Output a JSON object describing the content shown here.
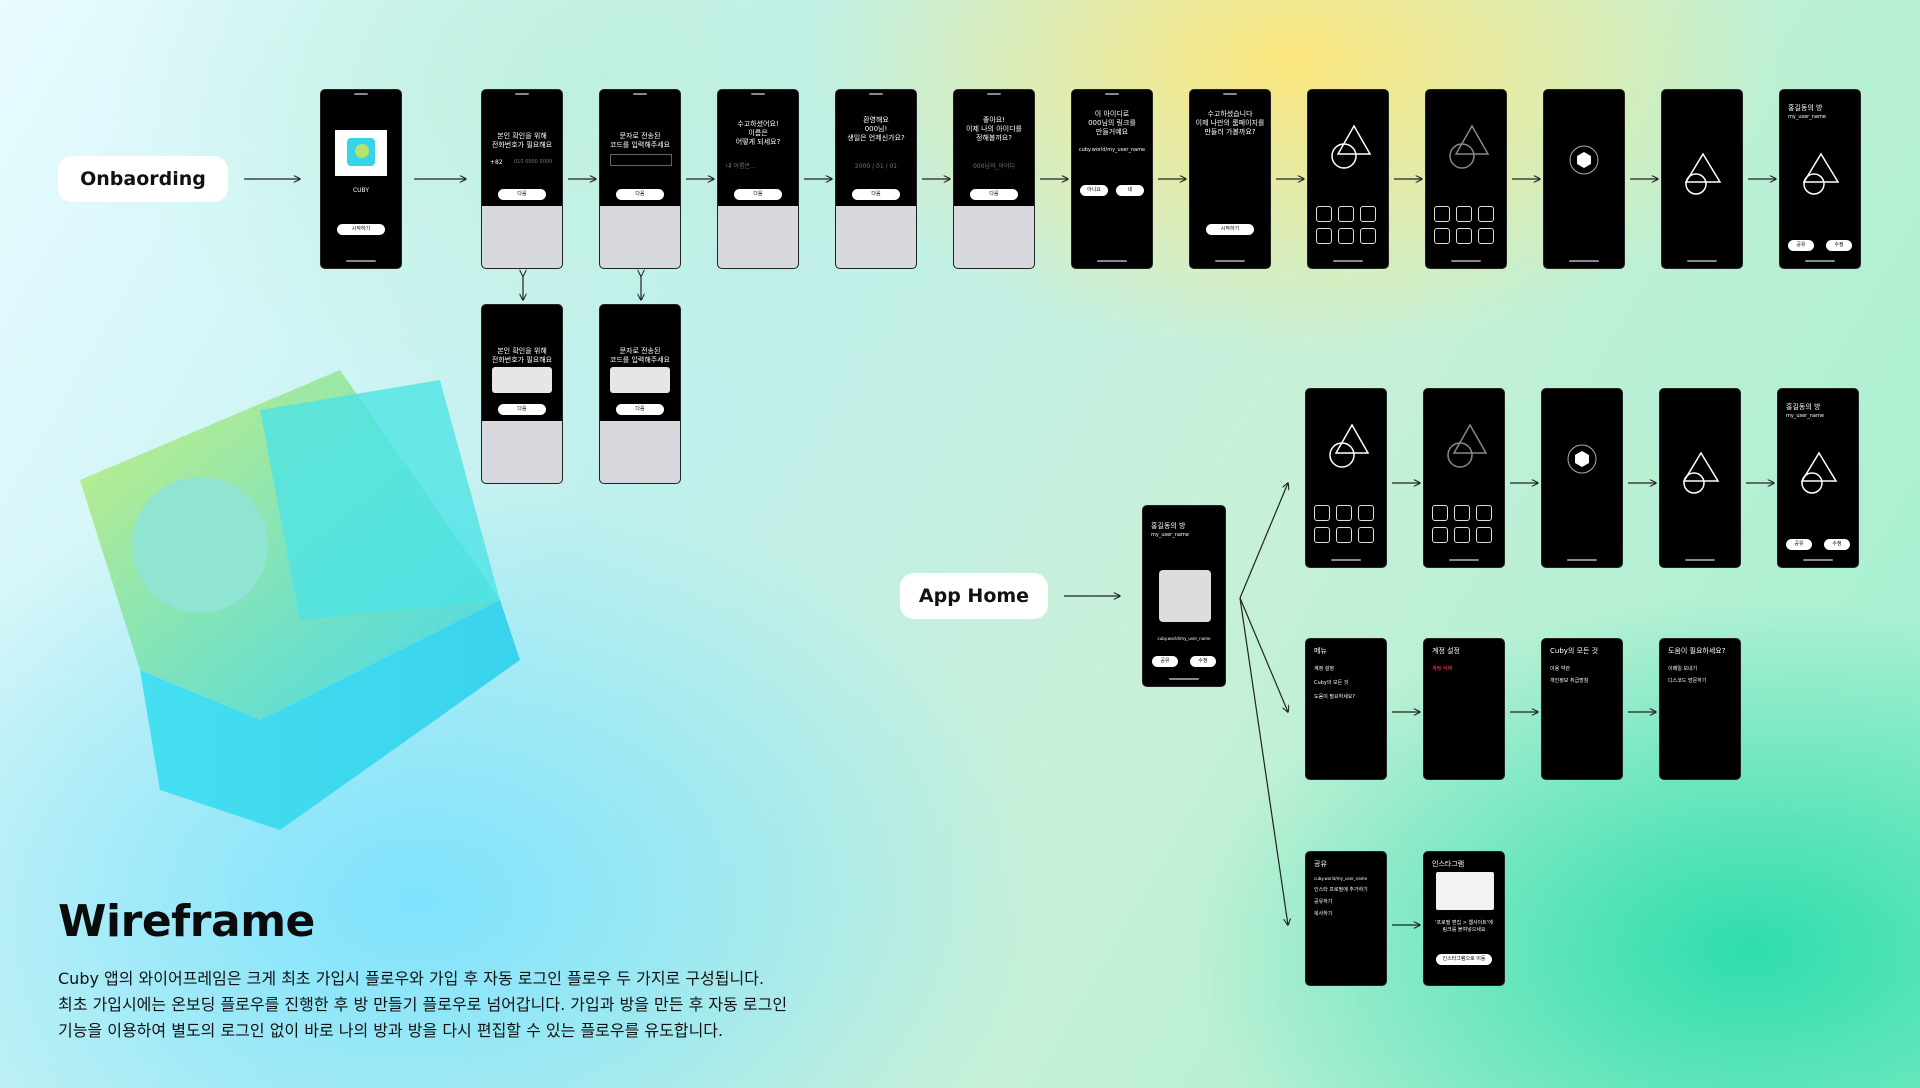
{
  "labels": {
    "onboarding": "Onbaording",
    "app_home": "App Home"
  },
  "footer": {
    "title": "Wireframe",
    "desc_1": "Cuby 앱의 와이어프레임은 크게 최초 가입시 플로우와 가입 후 자동 로그인 플로우 두 가지로 구성됩니다.",
    "desc_2": "최초 가입시에는 온보딩 플로우를 진행한 후 방 만들기 플로우로 넘어갑니다. 가입과 방을 만든 후 자동 로그인",
    "desc_3": "기능을 이용하여 별도의 로그인 없이 바로 나의 방과 방을 다시 편집할 수 있는 플로우를 유도합니다."
  },
  "screens": {
    "splash": {
      "app": "CUBY",
      "button": "시작하기"
    },
    "verify": {
      "title": "본인 확인을 위해\n전화번호가 필요해요",
      "prefix": "+82",
      "placeholder": "010 0000 0000",
      "button": "다음"
    },
    "code": {
      "title": "문자로 전송된\n코드를 입력해주세요",
      "button": "다음"
    },
    "name": {
      "title": "수고하셨어요!\n이름은\n어떻게 되세요?",
      "placeholder": "내 이름은...",
      "button": "다음"
    },
    "birthday": {
      "title": "환영해요\n000님!\n생일은 언제신가요?",
      "placeholder": "2000 / 01 / 01",
      "button": "다음"
    },
    "userid": {
      "title": "좋아요!\n이제 나의 아이디를\n정해볼까요?",
      "placeholder": "000님의_아이디",
      "button": "다음"
    },
    "link": {
      "title": "이 아이디로\n000님의 링크를\n만들거예요",
      "url": "cuby.world/my_user_name",
      "yes": "네",
      "no": "아니요"
    },
    "done": {
      "title": "수고하셨습니다\n이제 나만의 룸페이지를\n만들러 가볼까요?",
      "button": "시작하기"
    },
    "room": {
      "title": "홍길동의 방",
      "handle": "my_user_name",
      "url": "cuby.world/my_user_name",
      "share": "공유",
      "edit": "수정"
    },
    "menu": {
      "title": "메뉴",
      "items": [
        "계정 설정",
        "Cuby의 모든 것",
        "도움이 필요하세요?"
      ]
    },
    "account": {
      "title": "계정 설정",
      "items": [
        "계정 삭제"
      ]
    },
    "about": {
      "title": "Cuby의 모든 것",
      "items": [
        "이용 약관",
        "개인정보 취급방침"
      ]
    },
    "help": {
      "title": "도움이 필요하세요?",
      "items": [
        "이메일 보내기",
        "디스코드 방문하기"
      ]
    },
    "share": {
      "title": "공유",
      "items": [
        "cuby.world/my_user_name",
        "인스타 프로필에 추가하기",
        "공유하기",
        "복사하기"
      ]
    },
    "insta": {
      "title": "인스타그램",
      "caption": "'프로필 편집 > 웹사이트'에\n링크를 붙여넣으세요",
      "button": "인스타그램으로 이동"
    }
  }
}
